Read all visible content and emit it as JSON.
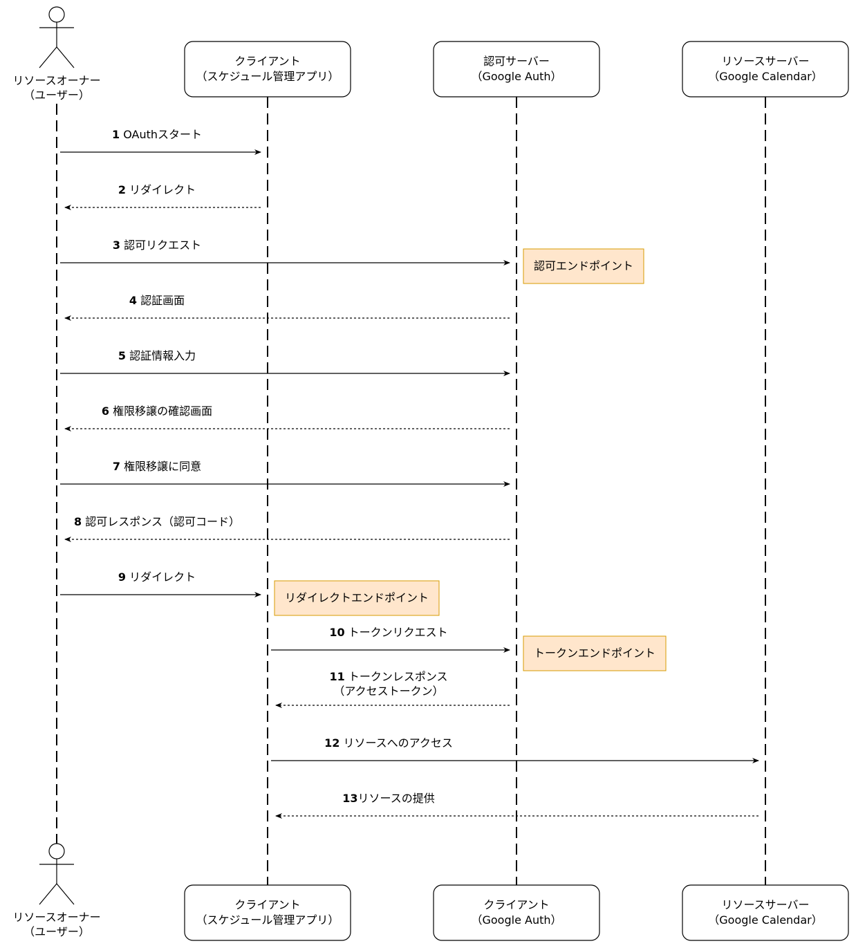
{
  "colors": {
    "line": "#000000",
    "box_border": "#000000",
    "box_fill": "#ffffff",
    "endpoint_fill": "#ffe6cc",
    "endpoint_border": "#d79b00"
  },
  "actor": {
    "top_label": [
      "リソースオーナー",
      "（ユーザー）"
    ],
    "bottom_label": [
      "リソースオーナー",
      "（ユーザー）"
    ]
  },
  "participants_top": [
    {
      "lines": [
        "クライアント",
        "（スケジュール管理アプリ）"
      ]
    },
    {
      "lines": [
        "認可サーバー",
        "（Google Auth）"
      ]
    },
    {
      "lines": [
        "リソースサーバー",
        "（Google Calendar）"
      ]
    }
  ],
  "participants_bottom": [
    {
      "lines": [
        "クライアント",
        "（スケジュール管理アプリ）"
      ]
    },
    {
      "lines": [
        "クライアント",
        "（Google Auth）"
      ]
    },
    {
      "lines": [
        "リソースサーバー",
        "（Google Calendar）"
      ]
    }
  ],
  "messages": [
    {
      "num": "1",
      "text": "OAuthスタート",
      "from": 0,
      "to": 1,
      "dashed": false
    },
    {
      "num": "2",
      "text": "リダイレクト",
      "from": 1,
      "to": 0,
      "dashed": true
    },
    {
      "num": "3",
      "text": "認可リクエスト",
      "from": 0,
      "to": 2,
      "dashed": false
    },
    {
      "num": "4",
      "text": "認証画面",
      "from": 2,
      "to": 0,
      "dashed": true
    },
    {
      "num": "5",
      "text": "認証情報入力",
      "from": 0,
      "to": 2,
      "dashed": false
    },
    {
      "num": "6",
      "text": "権限移譲の確認画面",
      "from": 2,
      "to": 0,
      "dashed": true
    },
    {
      "num": "7",
      "text": "権限移譲に同意",
      "from": 0,
      "to": 2,
      "dashed": false
    },
    {
      "num": "8",
      "text": "認可レスポンス（認可コード）",
      "from": 2,
      "to": 0,
      "dashed": true
    },
    {
      "num": "9",
      "text": "リダイレクト",
      "from": 0,
      "to": 1,
      "dashed": false
    },
    {
      "num": "10",
      "text": "トークンリクエスト",
      "from": 1,
      "to": 2,
      "dashed": false
    },
    {
      "num": "11",
      "text": "トークンレスポンス",
      "text2": "（アクセストークン）",
      "from": 2,
      "to": 1,
      "dashed": true
    },
    {
      "num": "12",
      "text": "リソースへのアクセス",
      "from": 1,
      "to": 3,
      "dashed": false
    },
    {
      "num": "13",
      "text": "リソースの提供",
      "from": 3,
      "to": 1,
      "dashed": true,
      "tight": true
    }
  ],
  "endpoints": [
    {
      "label": "認可エンドポイント",
      "at": 3
    },
    {
      "label": "リダイレクトエンドポイント",
      "at": 9
    },
    {
      "label": "トークンエンドポイント",
      "at": 10
    }
  ]
}
